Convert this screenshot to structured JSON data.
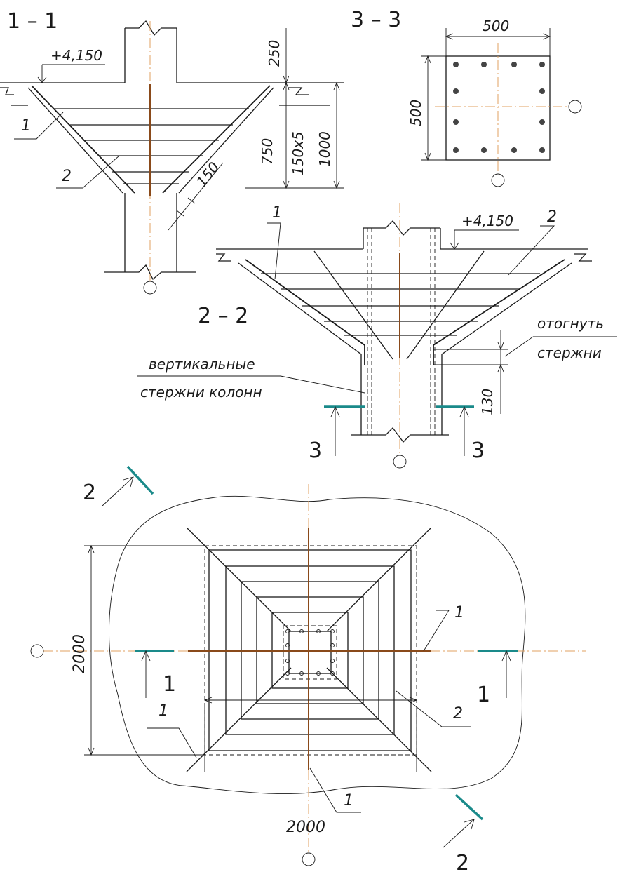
{
  "sections": {
    "s11": "1 – 1",
    "s33": "3 – 3",
    "s22": "2 – 2"
  },
  "labels": {
    "elev1": "+4,150",
    "elev2": "+4,150",
    "d250": "250",
    "d750": "750",
    "d150x5": "150x5",
    "d1000": "1000",
    "d150": "150",
    "d500h": "500",
    "d500v": "500",
    "d130": "130",
    "d2000v": "2000",
    "d2000h": "2000",
    "n1a": "1",
    "n2a": "2",
    "n1b": "1",
    "n2b": "2",
    "n1c": "1",
    "n1d": "1",
    "n2c": "2",
    "n1e": "1",
    "bend1": "отогнуть",
    "bend2": "стержни",
    "vert1": "вертикальные",
    "vert2": "стержни колонн",
    "cut3a": "3",
    "cut3b": "3",
    "cut1a": "1",
    "cut1b": "1",
    "cut2a": "2",
    "cut2b": "2"
  }
}
